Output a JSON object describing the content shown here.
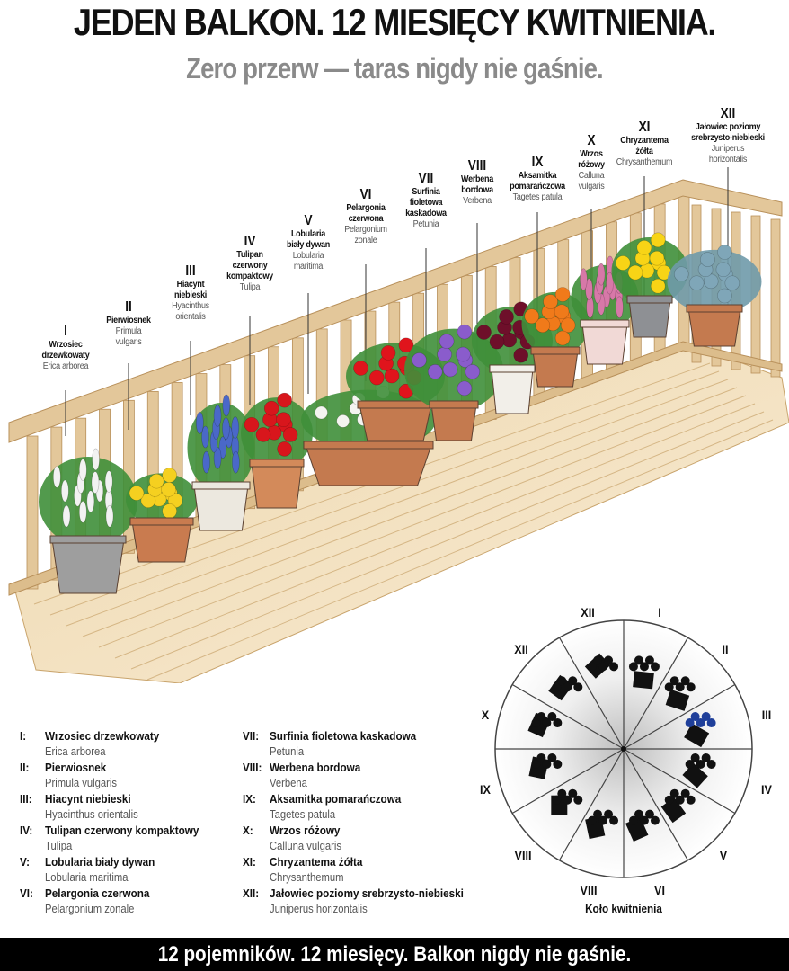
{
  "header": {
    "title": "JEDEN BALKON. 12 MIESIĘCY KWITNIENIA.",
    "subtitle": "Zero przerw — taras nigdy nie gaśnie."
  },
  "colors": {
    "wood": "#e3c79a",
    "wood_dark": "#c9a46c",
    "deck": "#ecd6ae",
    "terracotta": "#c97b4f",
    "footer_bg": "#000000",
    "subtitle": "#8a8a8a",
    "hyacinth_blue": "#1f3f9a"
  },
  "plants": [
    {
      "month": "I",
      "name_lines": [
        "Wrzosiec",
        "drzewkowaty"
      ],
      "latin_lines": [
        "Erica arborea"
      ],
      "flower": "#f2f2f2",
      "pot": "#9e9e9e"
    },
    {
      "month": "II",
      "name_lines": [
        "Pierwiosnek"
      ],
      "latin_lines": [
        "Primula",
        "vulgaris"
      ],
      "flower": "#f5d020",
      "pot": "#c97b4f"
    },
    {
      "month": "III",
      "name_lines": [
        "Hiacynt",
        "niebieski"
      ],
      "latin_lines": [
        "Hyacinthus",
        "orientalis"
      ],
      "flower": "#4a68c8",
      "pot": "#ece8df"
    },
    {
      "month": "IV",
      "name_lines": [
        "Tulipan",
        "czerwony",
        "kompaktowy"
      ],
      "latin_lines": [
        "Tulipa"
      ],
      "flower": "#d8161c",
      "pot": "#d38a5a"
    },
    {
      "month": "V",
      "name_lines": [
        "Lobularia",
        "biały dywan"
      ],
      "latin_lines": [
        "Lobularia",
        "maritima"
      ],
      "flower": "#f4f4f0",
      "pot": "#c47a4f"
    },
    {
      "month": "VI",
      "name_lines": [
        "Pelargonia",
        "czerwona"
      ],
      "latin_lines": [
        "Pelargonium",
        "zonale"
      ],
      "flower": "#e0141c",
      "pot": "#c47a4f"
    },
    {
      "month": "VII",
      "name_lines": [
        "Surfinia",
        "fioletowa",
        "kaskadowa"
      ],
      "latin_lines": [
        "Petunia"
      ],
      "flower": "#8a5ccc",
      "pot": "#c47a4f"
    },
    {
      "month": "VIII",
      "name_lines": [
        "Werbena",
        "bordowa"
      ],
      "latin_lines": [
        "Verbena"
      ],
      "flower": "#6e0f2a",
      "pot": "#f2efe9"
    },
    {
      "month": "IX",
      "name_lines": [
        "Aksamitka",
        "pomarańczowa"
      ],
      "latin_lines": [
        "Tagetes patula"
      ],
      "flower": "#f07a1a",
      "pot": "#c47a4f"
    },
    {
      "month": "X",
      "name_lines": [
        "Wrzos",
        "różowy"
      ],
      "latin_lines": [
        "Calluna",
        "vulgaris"
      ],
      "flower": "#d778a8",
      "pot": "#f1d9d6"
    },
    {
      "month": "XI",
      "name_lines": [
        "Chryzantema",
        "żółta"
      ],
      "latin_lines": [
        "Chrysanthemum"
      ],
      "flower": "#f8d416",
      "pot": "#8e9094"
    },
    {
      "month": "XII",
      "name_lines": [
        "Jałowiec poziomy",
        "srebrzysto-niebieski"
      ],
      "latin_lines": [
        "Juniperus",
        "horizontalis"
      ],
      "flower": "#7fa6b8",
      "pot": "#c47a4f"
    }
  ],
  "legend": [
    {
      "num": "I:",
      "name": "Wrzosiec drzewkowaty",
      "latin": "Erica arborea"
    },
    {
      "num": "II:",
      "name": "Pierwiosnek",
      "latin": "Primula vulgaris"
    },
    {
      "num": "III:",
      "name": "Hiacynt niebieski",
      "latin": "Hyacinthus orientalis"
    },
    {
      "num": "IV:",
      "name": "Tulipan czerwony kompaktowy",
      "latin": "Tulipa"
    },
    {
      "num": "V:",
      "name": "Lobularia biały dywan",
      "latin": "Lobularia maritima"
    },
    {
      "num": "VI:",
      "name": "Pelargonia czerwona",
      "latin": "Pelargonium zonale"
    },
    {
      "num": "VII:",
      "name": "Surfinia fioletowa kaskadowa",
      "latin": "Petunia"
    },
    {
      "num": "VIII:",
      "name": "Werbena bordowa",
      "latin": "Verbena"
    },
    {
      "num": "IX:",
      "name": "Aksamitka pomarańczowa",
      "latin": "Tagetes patula"
    },
    {
      "num": "X:",
      "name": "Wrzos różowy",
      "latin": "Calluna vulgaris"
    },
    {
      "num": "XI:",
      "name": "Chryzantema żółta",
      "latin": "Chrysanthemum"
    },
    {
      "num": "XII:",
      "name": "Jałowiec poziomy srebrzysto-niebieski",
      "latin": "Juniperus horizontalis"
    }
  ],
  "wheel": {
    "caption": "Koło kwitnienia",
    "labels": [
      "I",
      "II",
      "III",
      "IV",
      "V",
      "VI",
      "VIII",
      "VIII",
      "IX",
      "X",
      "XII",
      "XII"
    ],
    "highlight_segment": "III"
  },
  "footer": {
    "text": "12 pojemników. 12 miesięcy. Balkon nigdy nie gaśnie."
  }
}
